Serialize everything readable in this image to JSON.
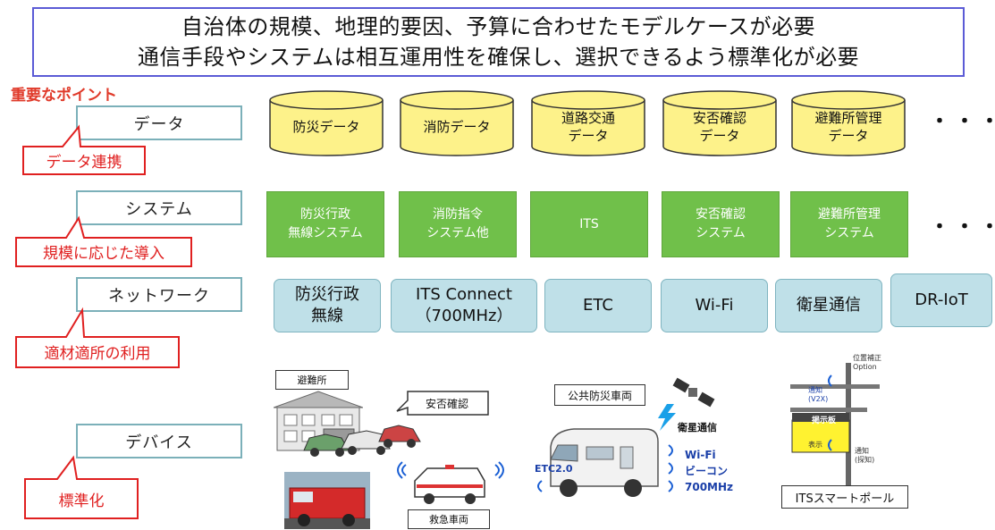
{
  "header": {
    "line1": "自治体の規模、地理的要因、予算に合わせたモデルケースが必要",
    "line2": "通信手段やシステムは相互運用性を確保し、選択できるよう標準化が必要"
  },
  "key_point_label": "重要なポイント",
  "layers": [
    {
      "label": "データ",
      "callout": "データ連携"
    },
    {
      "label": "システム",
      "callout": "規模に応じた導入"
    },
    {
      "label": "ネットワーク",
      "callout": "適材適所の利用"
    },
    {
      "label": "デバイス",
      "callout": "標準化"
    }
  ],
  "data_items": [
    {
      "line1": "防災データ",
      "line2": ""
    },
    {
      "line1": "消防データ",
      "line2": ""
    },
    {
      "line1": "道路交通",
      "line2": "データ"
    },
    {
      "line1": "安否確認",
      "line2": "データ"
    },
    {
      "line1": "避難所管理",
      "line2": "データ"
    }
  ],
  "system_items": [
    {
      "line1": "防災行政",
      "line2": "無線システム"
    },
    {
      "line1": "消防指令",
      "line2": "システム他"
    },
    {
      "line1": "ITS",
      "line2": ""
    },
    {
      "line1": "安否確認",
      "line2": "システム"
    },
    {
      "line1": "避難所管理",
      "line2": "システム"
    }
  ],
  "network_items": [
    {
      "line1": "防災行政",
      "line2": "無線"
    },
    {
      "line1": "ITS Connect",
      "line2": "（700MHz）"
    },
    {
      "line1": "ETC",
      "line2": ""
    },
    {
      "line1": "Wi-Fi",
      "line2": ""
    },
    {
      "line1": "衛星通信",
      "line2": ""
    },
    {
      "line1": "DR-IoT",
      "line2": ""
    }
  ],
  "ellipsis": "・・・",
  "device_labels": {
    "shelter": "避難所",
    "safety_check": "安否確認",
    "ambulance": "救急車両",
    "disaster_vehicle": "公共防災車両",
    "satellite_comm": "衛星通信",
    "etc": "ETC2.0",
    "wifi": "Wi-Fi",
    "beacon": "ビーコン",
    "mhz": "700MHz",
    "pole_position": "位置補正",
    "pole_option": "Option",
    "pole_notice": "通知",
    "pole_v2x": "(V2X)",
    "pole_board": "掲示板",
    "pole_display": "表示",
    "pole_notice2": "通知",
    "pole_detect": "(探知)",
    "pole_name": "ITSスマートポール"
  },
  "colors": {
    "header_border": "#5b5bd6",
    "callout_red": "#e02020",
    "cylinder_fill": "#fdf28a",
    "system_green": "#70c04a",
    "network_fill": "#bfe0e8"
  }
}
